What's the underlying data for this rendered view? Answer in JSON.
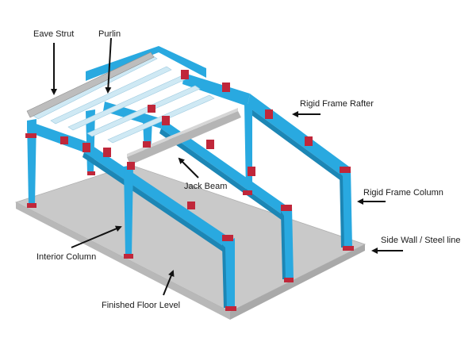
{
  "labels": {
    "eave_strut": "Eave Strut",
    "purlin": "Purlin",
    "rigid_frame_rafter": "Rigid Frame Rafter",
    "jack_beam": "Jack Beam",
    "rigid_frame_column": "Rigid Frame Column",
    "side_wall": "Side Wall / Steel line",
    "interior_column": "Interior Column",
    "finished_floor_level": "Finished Floor Level"
  },
  "colors": {
    "steel_frame": "#29a9e0",
    "steel_frame_dark": "#1c86b5",
    "connection_plate": "#c0273a",
    "floor_slab": "#c9c9c9",
    "floor_edge": "#a9a9a9",
    "purlin": "#cfe9f4",
    "eave_strut": "#bdbdbd",
    "jack_beam": "#b5b5b5"
  }
}
